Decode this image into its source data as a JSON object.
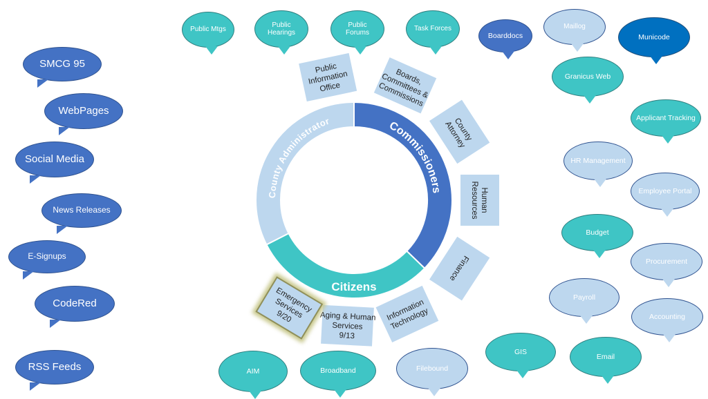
{
  "diagram": {
    "center": {
      "label": "Citizens",
      "color": "#3fc5c5"
    },
    "inner_ring": [
      {
        "label": "Commissioners",
        "color": "#4472c4"
      },
      {
        "label": "County Administrator",
        "color": "#bdd7ee"
      }
    ],
    "outer_ring": [
      {
        "label": "Public Information Office",
        "lines": [
          "Public",
          "Information",
          "Office"
        ]
      },
      {
        "label": "Boards, Committees & Commissions",
        "lines": [
          "Boards,",
          "Committees &",
          "Commissions"
        ]
      },
      {
        "label": "County Attorney",
        "lines": [
          "County",
          "Attorney"
        ]
      },
      {
        "label": "Human Resources",
        "lines": [
          "Human",
          "Resources"
        ]
      },
      {
        "label": "Finance",
        "lines": [
          "Finance"
        ]
      },
      {
        "label": "Information Technology",
        "lines": [
          "Information",
          "Technology"
        ]
      },
      {
        "label": "Aging & Human Services 9/13",
        "lines": [
          "Aging & Human",
          "Services",
          "9/13"
        ]
      },
      {
        "label": "Emergency Services 9/20",
        "lines": [
          "Emergency",
          "Services",
          "9/20"
        ],
        "highlighted": true
      }
    ]
  },
  "bubbles": [
    {
      "label": "Public Mtgs",
      "color": "teal"
    },
    {
      "label": "Public Hearings",
      "color": "teal"
    },
    {
      "label": "Public Forums",
      "color": "teal"
    },
    {
      "label": "Task Forces",
      "color": "teal"
    },
    {
      "label": "Boarddocs",
      "color": "blue"
    },
    {
      "label": "Maillog",
      "color": "light-blue"
    },
    {
      "label": "Municode",
      "color": "dark-blue"
    },
    {
      "label": "SMCG 95",
      "color": "blue"
    },
    {
      "label": "WebPages",
      "color": "blue"
    },
    {
      "label": "Social Media",
      "color": "blue"
    },
    {
      "label": "News Releases",
      "color": "blue"
    },
    {
      "label": "E-Signups",
      "color": "blue"
    },
    {
      "label": "CodeRed",
      "color": "blue"
    },
    {
      "label": "RSS Feeds",
      "color": "blue"
    },
    {
      "label": "Granicus Web",
      "color": "teal"
    },
    {
      "label": "Applicant Tracking",
      "color": "teal"
    },
    {
      "label": "HR Management",
      "color": "light-blue"
    },
    {
      "label": "Employee Portal",
      "color": "light-blue"
    },
    {
      "label": "Budget",
      "color": "teal"
    },
    {
      "label": "Procurement",
      "color": "light-blue"
    },
    {
      "label": "Payroll",
      "color": "light-blue"
    },
    {
      "label": "Accounting",
      "color": "light-blue"
    },
    {
      "label": "GIS",
      "color": "teal"
    },
    {
      "label": "Email",
      "color": "teal"
    },
    {
      "label": "Filebound",
      "color": "light-blue"
    },
    {
      "label": "Broadband",
      "color": "teal"
    },
    {
      "label": "AIM",
      "color": "teal"
    }
  ]
}
